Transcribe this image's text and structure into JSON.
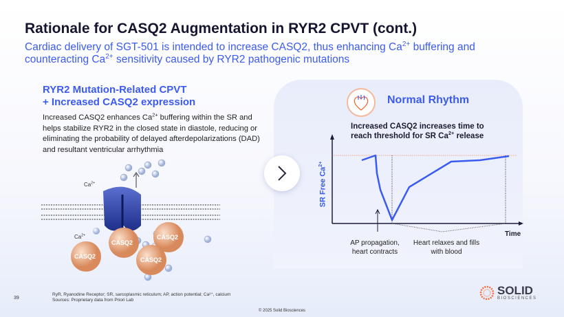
{
  "title": "Rationale for CASQ2 Augmentation in RYR2 CPVT (cont.)",
  "subtitle": {
    "l1a": "Cardiac delivery of SGT-501 is intended to increase CASQ2, thus enhancing Ca",
    "l1sup": "2+",
    "l1b": " buffering and",
    "l2a": "counteracting Ca",
    "l2sup": "2+",
    "l2b": " sensitivity caused by RYR2 pathogenic mutations"
  },
  "left": {
    "heading1": "RYR2 Mutation-Related CPVT",
    "heading2": "+ Increased CASQ2 expression",
    "text_a": "Increased CASQ2 enhances Ca",
    "text_sup": "2+",
    "text_b": " buffering within the SR and helps stabilize RYR2 in the closed state in diastole, reducing or eliminating the probability of delayed afterdepolarizations (DAD) and resultant ventricular arrhythmia",
    "ca_label": "Ca",
    "ca_sup": "2+",
    "casq": "CASQ2"
  },
  "right": {
    "heading": "Normal Rhythm",
    "chart_title1": "Increased CASQ2 increases time to",
    "chart_title2a": "reach threshold for SR Ca",
    "chart_title2sup": "2+",
    "chart_title2b": " release",
    "ylabel": "SR Free Ca",
    "ylabel_sup": "2+",
    "xlabel": "Time",
    "cap1": "AP propagation, heart contracts",
    "cap2": "Heart relaxes and fills with blood"
  },
  "footer": {
    "page": "39",
    "note1": "RyR, Ryanodine Receptor; SR, sarcoplasmic reticulum; AP, action potential; Ca²⁺, calcium",
    "note2": "Sources: Proprietary data from Priori Lab",
    "copyright": "© 2025 Solid Biosciences",
    "logo1": "SOLID",
    "logo2": "BIOSCIENCES"
  },
  "colors": {
    "accent": "#3b5bf0",
    "orange": "#f26b3a",
    "casq": "#e8a272"
  }
}
